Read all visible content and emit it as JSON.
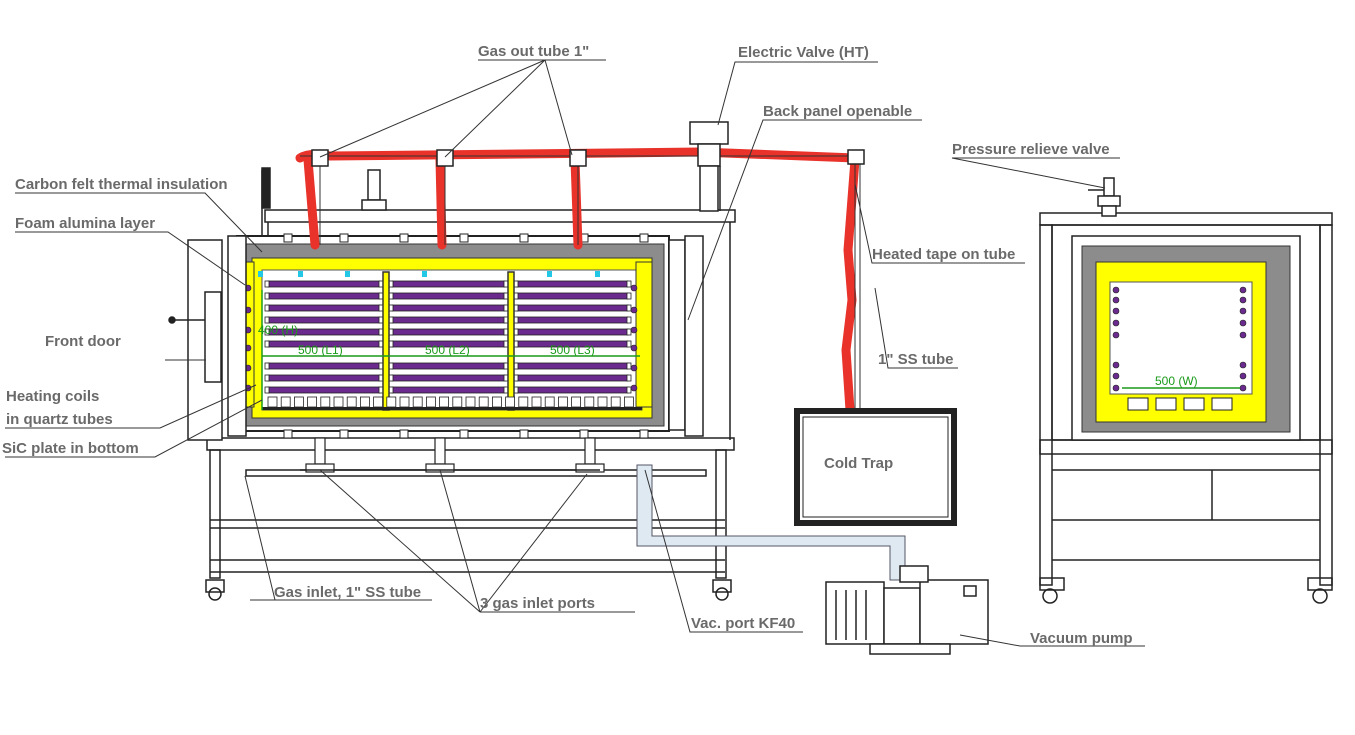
{
  "labels": {
    "gas_out_tube": "Gas out tube 1\"",
    "electric_valve": "Electric Valve (HT)",
    "back_panel": "Back panel openable",
    "pressure_valve": "Pressure relieve valve",
    "carbon_felt": "Carbon felt thermal insulation",
    "foam_alumina": "Foam alumina layer",
    "heated_tape": "Heated tape on tube",
    "front_door": "Front door",
    "ss_tube": "1\" SS tube",
    "heating_coils_1": "Heating coils",
    "heating_coils_2": "in quartz tubes",
    "sic_plate": "SiC plate in bottom",
    "cold_trap": "Cold Trap",
    "gas_inlet": "Gas inlet, 1\" SS tube",
    "gas_inlet_ports": "3 gas inlet ports",
    "vac_port": "Vac. port KF40",
    "vacuum_pump": "Vacuum pump"
  },
  "dimensions": {
    "l1": "500 (L1)",
    "l2": "500 (L2)",
    "l3": "500 (L3)",
    "height": "400 (H)",
    "width": "500 (W)"
  },
  "colors": {
    "insulation_yellow": "#ffff00",
    "carbon_felt_gray": "#8c8c8c",
    "heated_tape_red": "#e8322a",
    "heating_coil_purple": "#6b2b8e",
    "dimension_green": "#1a9a1a",
    "port_cyan": "#22c8e6"
  }
}
